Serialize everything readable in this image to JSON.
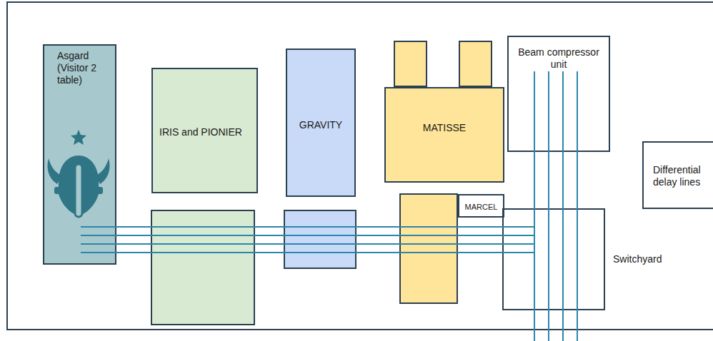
{
  "diagram": {
    "nodes": [
      {
        "text": [
          "Asgard (Visitor 2 table)"
        ]
      },
      {
        "text": [
          "IRIS and PIONIER"
        ]
      },
      {
        "text": [
          "GRAVITY"
        ]
      },
      {
        "text": [
          "MATISSE"
        ]
      },
      {
        "text": [
          "MARCEL"
        ]
      },
      {
        "text": [
          "Beam compressor unit"
        ]
      },
      {
        "text": [
          "Differential delay lines"
        ]
      },
      {
        "text": [
          "Switchyard"
        ]
      }
    ]
  }
}
